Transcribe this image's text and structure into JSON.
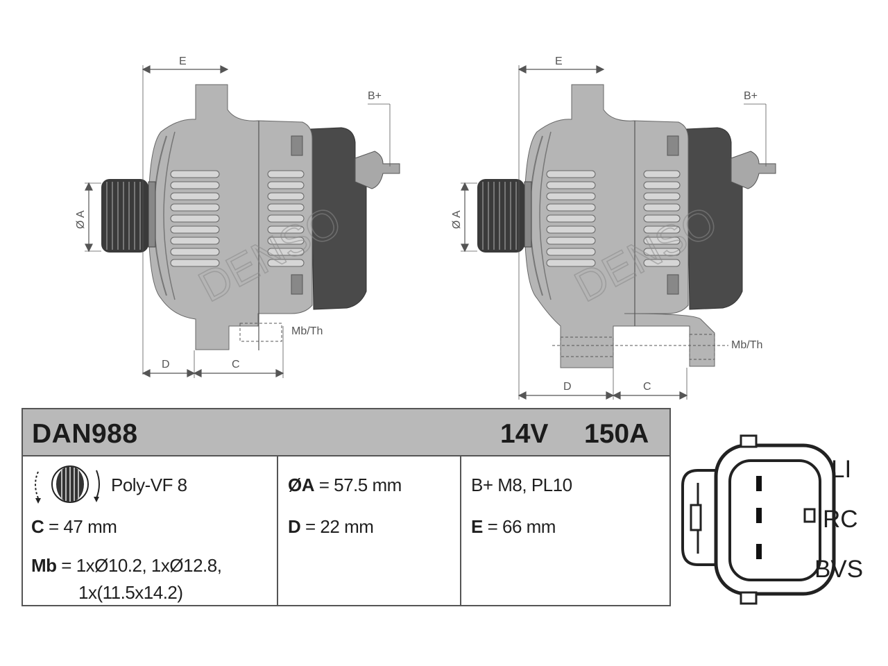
{
  "drawing": {
    "brand_watermark": "DENSO",
    "dim_labels": {
      "e": "E",
      "d": "D",
      "c": "C",
      "a": "Ø A",
      "b_plus": "B+",
      "mb_th": "Mb/Th"
    }
  },
  "spec": {
    "model": "DAN988",
    "voltage": "14V",
    "amperage": "150A",
    "col1": {
      "pulley": "Poly-VF 8",
      "c_key": "C",
      "c_val": "= 47 mm",
      "mb_key": "Mb",
      "mb_val": "= 1xØ10.2, 1xØ12.8,",
      "mb_val2": "1x(11.5x14.2)"
    },
    "col2": {
      "a_key": "ØA",
      "a_val": "= 57.5 mm",
      "d_key": "D",
      "d_val": "= 22 mm"
    },
    "col3": {
      "bplus": "B+ M8, PL10",
      "e_key": "E",
      "e_val": "= 66 mm"
    }
  },
  "connector": {
    "pins": [
      "LI",
      "RC",
      "BVS"
    ]
  },
  "colors": {
    "body_grey": "#b5b5b5",
    "dark_grey": "#4a4a4a",
    "header_grey": "#b9b9b9"
  }
}
